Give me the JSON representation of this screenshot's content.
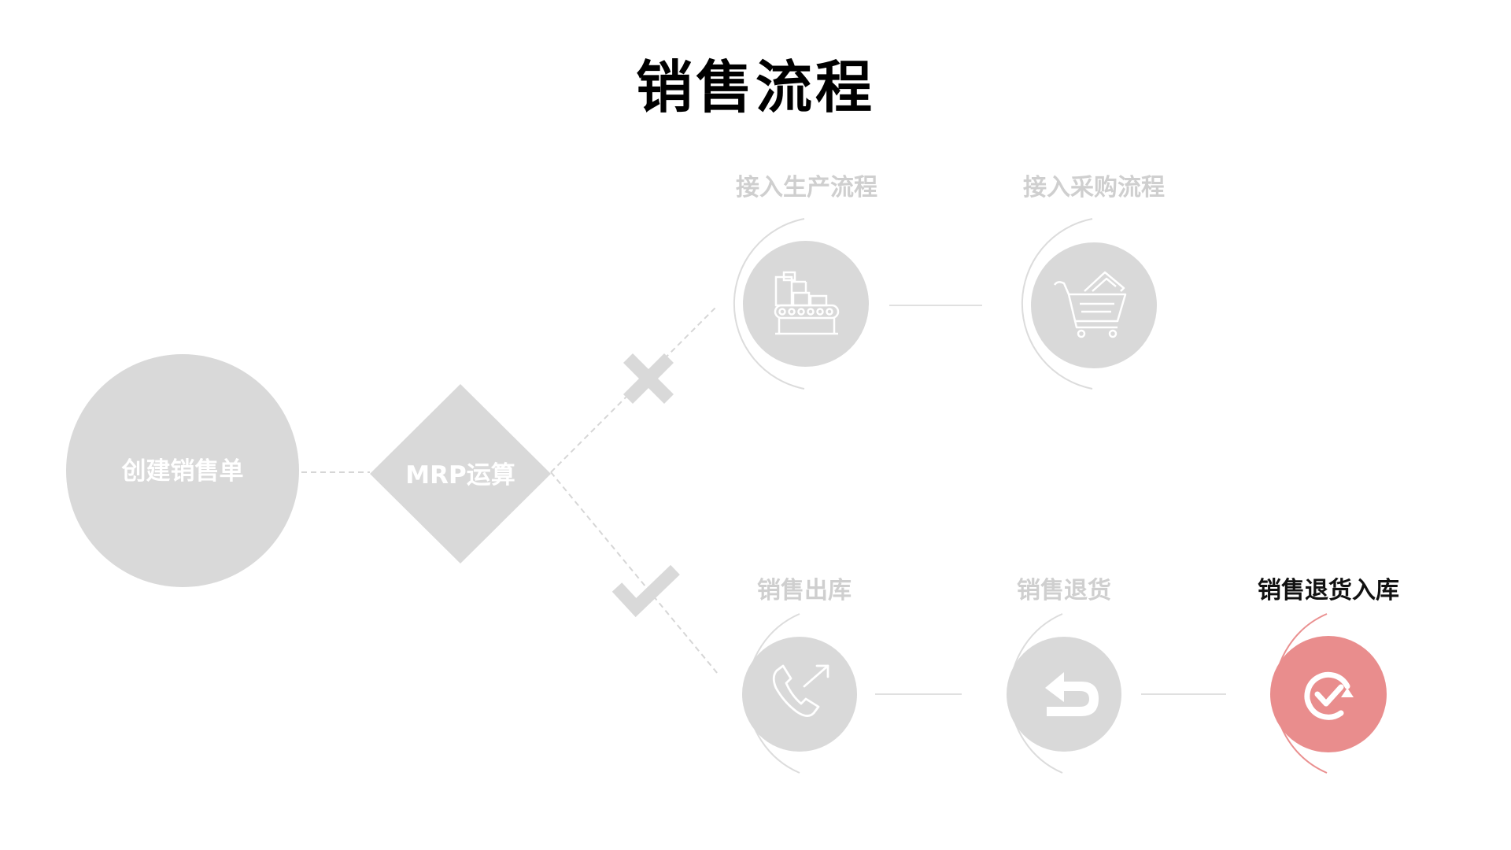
{
  "title": "销售流程",
  "nodes": {
    "create_order": "创建销售单",
    "mrp": "MRP运算",
    "production": "接入生产流程",
    "purchase": "接入采购流程",
    "outbound": "销售出库",
    "return": "销售退货",
    "return_inbound": "销售退货入库"
  },
  "branches": {
    "no": "cross-icon",
    "yes": "check-icon"
  },
  "icons": {
    "production": "conveyor-belt-icon",
    "purchase": "shopping-cart-icon",
    "outbound": "phone-outgoing-icon",
    "return": "return-arrow-icon",
    "return_inbound": "refresh-check-icon"
  },
  "colors": {
    "node_gray": "#d9d9d9",
    "label_gray": "#cfcfcf",
    "active": "#e98d8d",
    "line": "#d6d6d6",
    "text_active": "#111111"
  }
}
